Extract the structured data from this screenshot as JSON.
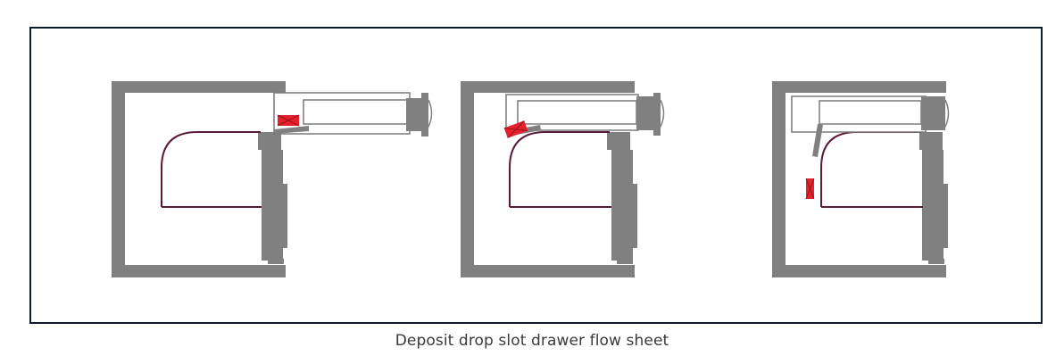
{
  "caption": "Deposit drop slot drawer flow sheet",
  "colors": {
    "frame": "#0d1b2e",
    "wall": "#808080",
    "curve": "#5a1a3a",
    "deposit": "#e3212c",
    "drawer_outline": "#7a7a7a"
  },
  "panels": [
    {
      "stage": "drawer-extended",
      "icon": "deposit-in-open-drawer"
    },
    {
      "stage": "drawer-closed-tilting",
      "icon": "deposit-sliding"
    },
    {
      "stage": "deposit-dropped",
      "icon": "deposit-falling"
    }
  ]
}
